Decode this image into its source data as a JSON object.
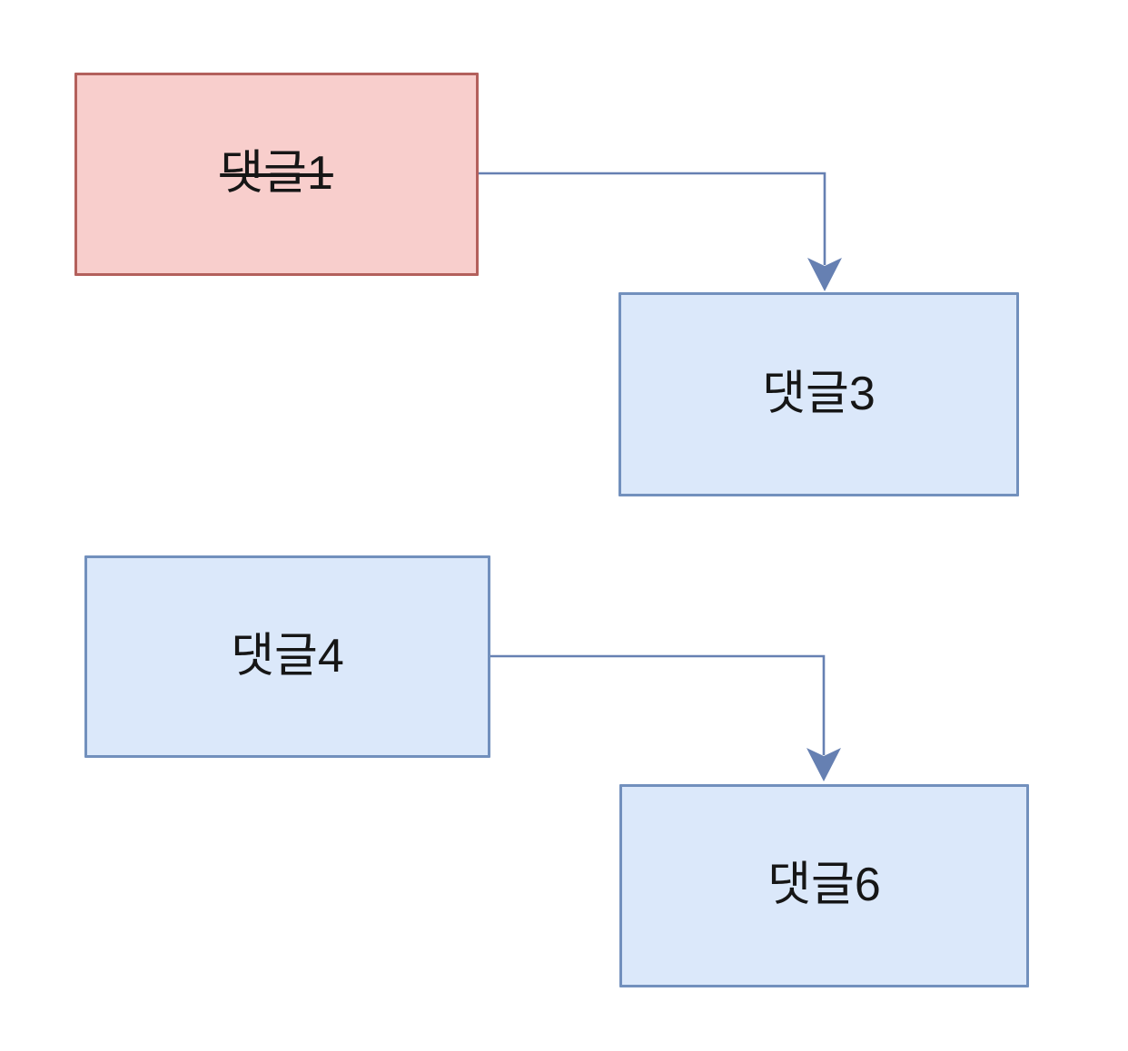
{
  "diagram": {
    "description": "Comment thread structure diagram",
    "background_color": "#ffffff",
    "text_color": "#161616",
    "nodes": [
      {
        "id": "comment1",
        "label": "댓글1",
        "state": "deleted",
        "strikethrough": true,
        "fill": "#f8cecc",
        "stroke": "#b3605c"
      },
      {
        "id": "comment3",
        "label": "댓글3",
        "state": "normal",
        "strikethrough": false,
        "fill": "#dbe8fa",
        "stroke": "#7290bd"
      },
      {
        "id": "comment4",
        "label": "댓글4",
        "state": "normal",
        "strikethrough": false,
        "fill": "#dbe8fa",
        "stroke": "#7290bd"
      },
      {
        "id": "comment6",
        "label": "댓글6",
        "state": "normal",
        "strikethrough": false,
        "fill": "#dbe8fa",
        "stroke": "#7290bd"
      }
    ],
    "edges": [
      {
        "from": "comment1",
        "to": "comment3",
        "style": "orthogonal-elbow",
        "arrow": "classic-down",
        "color": "#6680b2"
      },
      {
        "from": "comment4",
        "to": "comment6",
        "style": "orthogonal-elbow",
        "arrow": "classic-down",
        "color": "#6680b2"
      }
    ]
  }
}
